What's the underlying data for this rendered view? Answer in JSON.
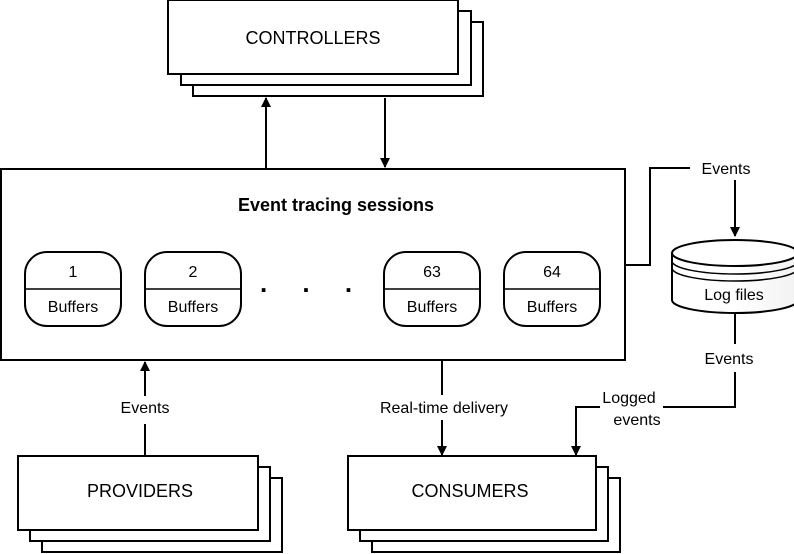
{
  "controllers": {
    "label": "CONTROLLERS"
  },
  "session": {
    "title": "Event tracing sessions",
    "buffers": [
      {
        "number": "1",
        "label": "Buffers"
      },
      {
        "number": "2",
        "label": "Buffers"
      },
      {
        "number": "63",
        "label": "Buffers"
      },
      {
        "number": "64",
        "label": "Buffers"
      }
    ],
    "ellipsis": ". . ."
  },
  "log_files": {
    "label": "Log files"
  },
  "providers": {
    "label": "PROVIDERS"
  },
  "consumers": {
    "label": "CONSUMERS"
  },
  "labels": {
    "events_top": "Events",
    "events_mid": "Events",
    "events_providers": "Events",
    "realtime": "Real-time delivery",
    "logged_line1": "Logged",
    "logged_line2": "events"
  }
}
